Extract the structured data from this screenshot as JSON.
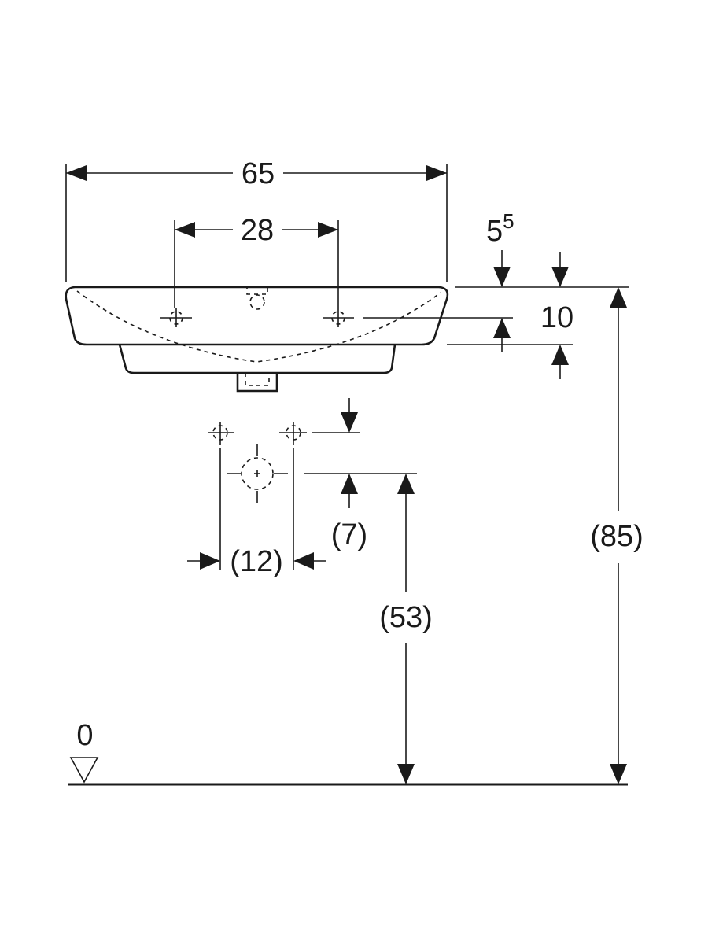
{
  "dimensions": {
    "width_total": "65",
    "tap_hole_spacing": "28",
    "rim_offset_base": "5",
    "rim_offset_sup": "5",
    "rim_thickness": "10",
    "outlet_spacing": "(12)",
    "outlet_offset": "(7)",
    "outlet_height": "(53)",
    "rim_height": "(85)",
    "floor_level": "0"
  }
}
